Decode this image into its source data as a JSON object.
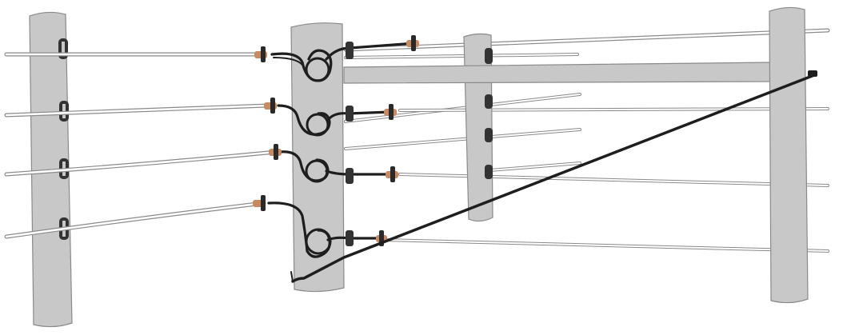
{
  "colors": {
    "background": "#ffffff",
    "pole_fill": "#c8c8c8",
    "pole_stroke": "#8a8a8a",
    "crossarm_fill": "#c8c8c8",
    "wire_outline": "#8a8a8a",
    "wire_core": "#ffffff",
    "sleeve_black": "#1e1e1e",
    "connector_copper": "#c98a62",
    "connector_dark": "#2a2a2a",
    "insulator_dark": "#333333"
  },
  "scene": {
    "poles": [
      {
        "name": "left-pole",
        "kind": "line"
      },
      {
        "name": "junction-pole",
        "kind": "junction"
      },
      {
        "name": "middle-pole",
        "kind": "line"
      },
      {
        "name": "right-pole",
        "kind": "end"
      }
    ],
    "conductor_count": 4,
    "drip_loop_count": 4,
    "guy_wire": true,
    "crossarm": true
  }
}
